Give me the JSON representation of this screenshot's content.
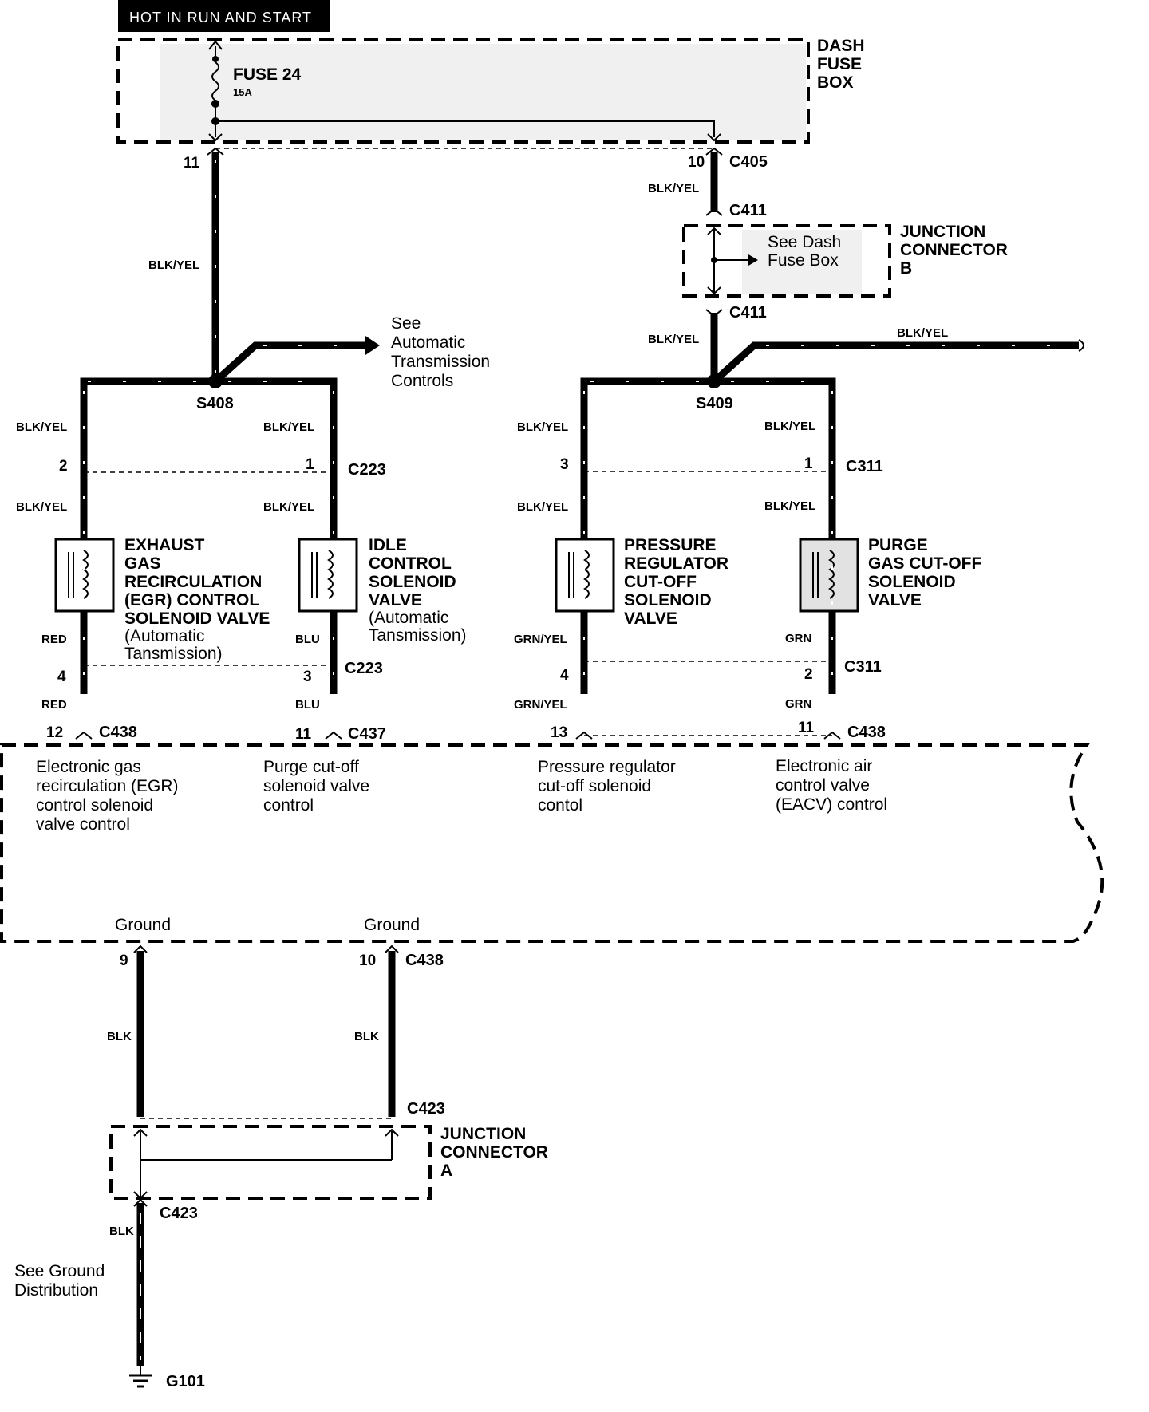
{
  "header": {
    "power_label": "HOT IN  RUN AND START"
  },
  "dash_fuse_box": {
    "title": [
      "DASH",
      "FUSE",
      "BOX"
    ],
    "fuse_name": "FUSE 24",
    "fuse_rating": "15A"
  },
  "junction_b": {
    "title": [
      "JUNCTION",
      "CONNECTOR",
      "B"
    ],
    "note": [
      "See Dash",
      "Fuse Box"
    ]
  },
  "junction_a": {
    "title": [
      "JUNCTION",
      "CONNECTOR",
      "A"
    ]
  },
  "splices": {
    "s408": "S408",
    "s409": "S409"
  },
  "see_atc": [
    "See",
    "Automatic",
    "Transmission",
    "Controls"
  ],
  "connectors": {
    "c405": "C405",
    "c411": "C411",
    "c223": "C223",
    "c311": "C311",
    "c438": "C438",
    "c437": "C437",
    "c423": "C423"
  },
  "pins": {
    "fuse_out_left": "11",
    "fuse_out_right": "10",
    "egr_in": "2",
    "idle_in": "1",
    "pr_in": "3",
    "purge_in": "1",
    "egr_out": "4",
    "idle_out": "3",
    "pr_out": "4",
    "purge_out": "2",
    "ecm_egr": "12",
    "ecm_idle": "11",
    "ecm_pr": "13",
    "ecm_purge": "11",
    "gnd1": "9",
    "gnd2": "10"
  },
  "wire_colors": {
    "blk_yel": "BLK/YEL",
    "red": "RED",
    "blu": "BLU",
    "grn_yel": "GRN/YEL",
    "grn": "GRN",
    "blk": "BLK"
  },
  "components": {
    "egr": [
      "EXHAUST",
      "GAS",
      "RECIRCULATION",
      "(EGR) CONTROL",
      "SOLENOID VALVE"
    ],
    "egr_note": [
      "(Automatic",
      "Tansmission)"
    ],
    "idle": [
      "IDLE",
      "CONTROL",
      "SOLENOID",
      "VALVE"
    ],
    "idle_note": [
      "(Automatic",
      "Tansmission)"
    ],
    "pressure": [
      "PRESSURE",
      "REGULATOR",
      "CUT-OFF",
      "SOLENOID",
      "VALVE"
    ],
    "purge": [
      "PURGE",
      "GAS CUT-OFF",
      "SOLENOID",
      "VALVE"
    ]
  },
  "ecm_functions": {
    "egr": [
      "Electronic gas",
      "recirculation (EGR)",
      "control solenoid",
      "valve control"
    ],
    "purge": [
      "Purge cut-off",
      "solenoid valve",
      "control"
    ],
    "pressure": [
      "Pressure regulator",
      "cut-off solenoid",
      "contol"
    ],
    "eacv": [
      "Electronic air",
      "control valve",
      "(EACV)  control"
    ],
    "ground1": "Ground",
    "ground2": "Ground"
  },
  "ground": {
    "see": [
      "See Ground",
      "Distribution"
    ],
    "point": "G101"
  }
}
